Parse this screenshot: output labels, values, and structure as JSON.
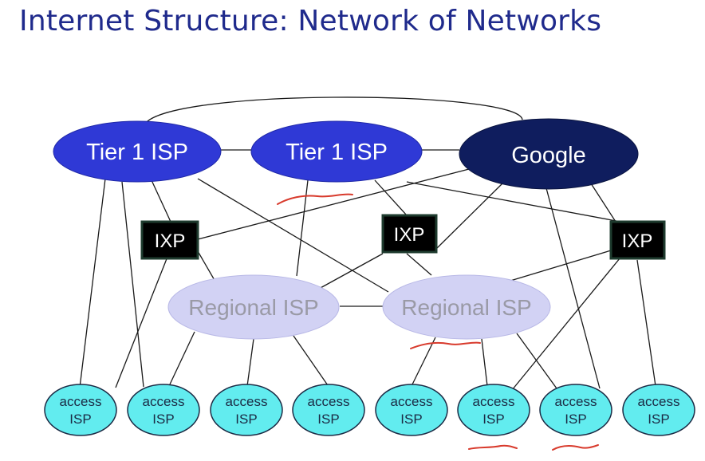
{
  "title": "Internet Structure: Network of Networks",
  "nodes": {
    "tier1_left": "Tier 1 ISP",
    "tier1_mid": "Tier 1 ISP",
    "google": "Google",
    "ixp_left": "IXP",
    "ixp_mid": "IXP",
    "ixp_right": "IXP",
    "regional_left": "Regional ISP",
    "regional_right": "Regional ISP",
    "access_line1": "access",
    "access_line2": "ISP"
  },
  "colors": {
    "tier1": "#2f39d6",
    "google": "#0f1d5e",
    "regional": "#d2d2f4",
    "ixp": "#000000",
    "ixp_border": "#1e3b2e",
    "access": "#62ecef",
    "title": "#1f2a8c",
    "annotation": "#d83a2c"
  }
}
